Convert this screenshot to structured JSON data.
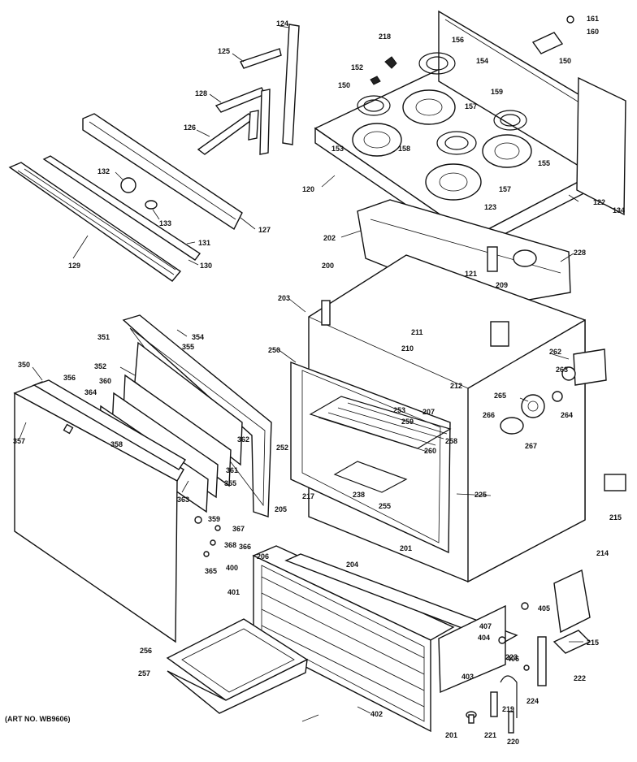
{
  "caption": "(ART NO. WB9606)",
  "callouts": [
    {
      "id": "c124",
      "text": "124"
    },
    {
      "id": "c125",
      "text": "125"
    },
    {
      "id": "c128",
      "text": "128"
    },
    {
      "id": "c126",
      "text": "126"
    },
    {
      "id": "c127",
      "text": "127"
    },
    {
      "id": "c132",
      "text": "132"
    },
    {
      "id": "c133",
      "text": "133"
    },
    {
      "id": "c129",
      "text": "129"
    },
    {
      "id": "c131",
      "text": "131"
    },
    {
      "id": "c130",
      "text": "130"
    },
    {
      "id": "c218",
      "text": "218"
    },
    {
      "id": "c156",
      "text": "156"
    },
    {
      "id": "c154",
      "text": "154"
    },
    {
      "id": "c152",
      "text": "152"
    },
    {
      "id": "c150a",
      "text": "150"
    },
    {
      "id": "c157a",
      "text": "157"
    },
    {
      "id": "c159",
      "text": "159"
    },
    {
      "id": "c153a",
      "text": "153"
    },
    {
      "id": "c158",
      "text": "158"
    },
    {
      "id": "c155",
      "text": "155"
    },
    {
      "id": "c120",
      "text": "120"
    },
    {
      "id": "c157b",
      "text": "157"
    },
    {
      "id": "c161",
      "text": "161"
    },
    {
      "id": "c160",
      "text": "160"
    },
    {
      "id": "c150b",
      "text": "150"
    },
    {
      "id": "c122",
      "text": "122"
    },
    {
      "id": "c134",
      "text": "134"
    },
    {
      "id": "c123",
      "text": "123"
    },
    {
      "id": "c202",
      "text": "202"
    },
    {
      "id": "c121",
      "text": "121"
    },
    {
      "id": "c209",
      "text": "209"
    },
    {
      "id": "c228",
      "text": "228"
    },
    {
      "id": "c200",
      "text": "200"
    },
    {
      "id": "c203",
      "text": "203"
    },
    {
      "id": "c211",
      "text": "211"
    },
    {
      "id": "c210",
      "text": "210"
    },
    {
      "id": "c212",
      "text": "212"
    },
    {
      "id": "c250",
      "text": "250"
    },
    {
      "id": "c262",
      "text": "262"
    },
    {
      "id": "c263",
      "text": "263"
    },
    {
      "id": "c264",
      "text": "264"
    },
    {
      "id": "c265",
      "text": "265"
    },
    {
      "id": "c266",
      "text": "266"
    },
    {
      "id": "c267",
      "text": "267"
    },
    {
      "id": "c351",
      "text": "351"
    },
    {
      "id": "c354",
      "text": "354"
    },
    {
      "id": "c355a",
      "text": "355"
    },
    {
      "id": "c352",
      "text": "352"
    },
    {
      "id": "c350",
      "text": "350"
    },
    {
      "id": "c356",
      "text": "356"
    },
    {
      "id": "c360",
      "text": "360"
    },
    {
      "id": "c364",
      "text": "364"
    },
    {
      "id": "c362",
      "text": "362"
    },
    {
      "id": "c357",
      "text": "357"
    },
    {
      "id": "c358",
      "text": "358"
    },
    {
      "id": "c361",
      "text": "361"
    },
    {
      "id": "c355b",
      "text": "355"
    },
    {
      "id": "c363",
      "text": "363"
    },
    {
      "id": "c253",
      "text": "253"
    },
    {
      "id": "c207",
      "text": "207"
    },
    {
      "id": "c259",
      "text": "259"
    },
    {
      "id": "c258",
      "text": "258"
    },
    {
      "id": "c252",
      "text": "252"
    },
    {
      "id": "c260",
      "text": "260"
    },
    {
      "id": "c238",
      "text": "238"
    },
    {
      "id": "c255",
      "text": "255"
    },
    {
      "id": "c225",
      "text": "225"
    },
    {
      "id": "c217",
      "text": "217"
    },
    {
      "id": "c205",
      "text": "205"
    },
    {
      "id": "c206",
      "text": "206"
    },
    {
      "id": "c204",
      "text": "204"
    },
    {
      "id": "c201a",
      "text": "201"
    },
    {
      "id": "c215a",
      "text": "215"
    },
    {
      "id": "c359",
      "text": "359"
    },
    {
      "id": "c367",
      "text": "367"
    },
    {
      "id": "c368",
      "text": "368"
    },
    {
      "id": "c366",
      "text": "366"
    },
    {
      "id": "c365",
      "text": "365"
    },
    {
      "id": "c400",
      "text": "400"
    },
    {
      "id": "c401",
      "text": "401"
    },
    {
      "id": "c214",
      "text": "214"
    },
    {
      "id": "c405",
      "text": "405"
    },
    {
      "id": "c215b",
      "text": "215"
    },
    {
      "id": "c407",
      "text": "407"
    },
    {
      "id": "c404",
      "text": "404"
    },
    {
      "id": "c406",
      "text": "406"
    },
    {
      "id": "c256",
      "text": "256"
    },
    {
      "id": "c257",
      "text": "257"
    },
    {
      "id": "c403",
      "text": "403"
    },
    {
      "id": "c223",
      "text": "223"
    },
    {
      "id": "c222",
      "text": "222"
    },
    {
      "id": "c224",
      "text": "224"
    },
    {
      "id": "c219",
      "text": "219"
    },
    {
      "id": "c402",
      "text": "402"
    },
    {
      "id": "c201b",
      "text": "201"
    },
    {
      "id": "c221",
      "text": "221"
    },
    {
      "id": "c220",
      "text": "220"
    }
  ]
}
